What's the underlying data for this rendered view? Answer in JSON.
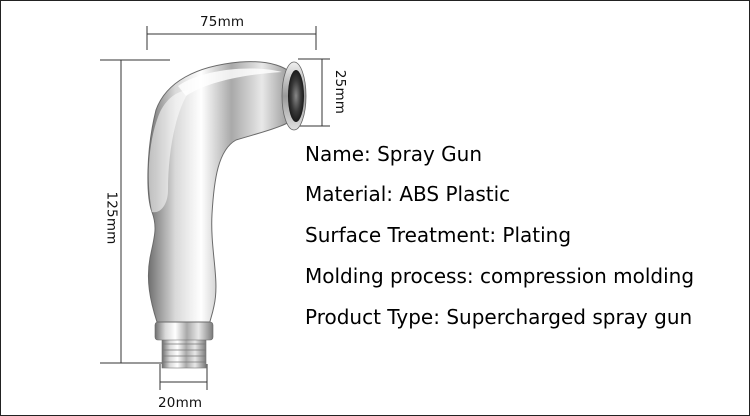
{
  "dimensions": {
    "width": "75mm",
    "height": "125mm",
    "head": "25mm",
    "thread": "20mm"
  },
  "specs": [
    "Name: Spray Gun",
    "Material: ABS Plastic",
    "Surface Treatment: Plating",
    "Molding process: compression molding",
    "Product Type: Supercharged spray gun"
  ],
  "colors": {
    "chrome_dark": "#5a5a5a",
    "chrome_light": "#f4f4f4",
    "line": "#333333"
  }
}
